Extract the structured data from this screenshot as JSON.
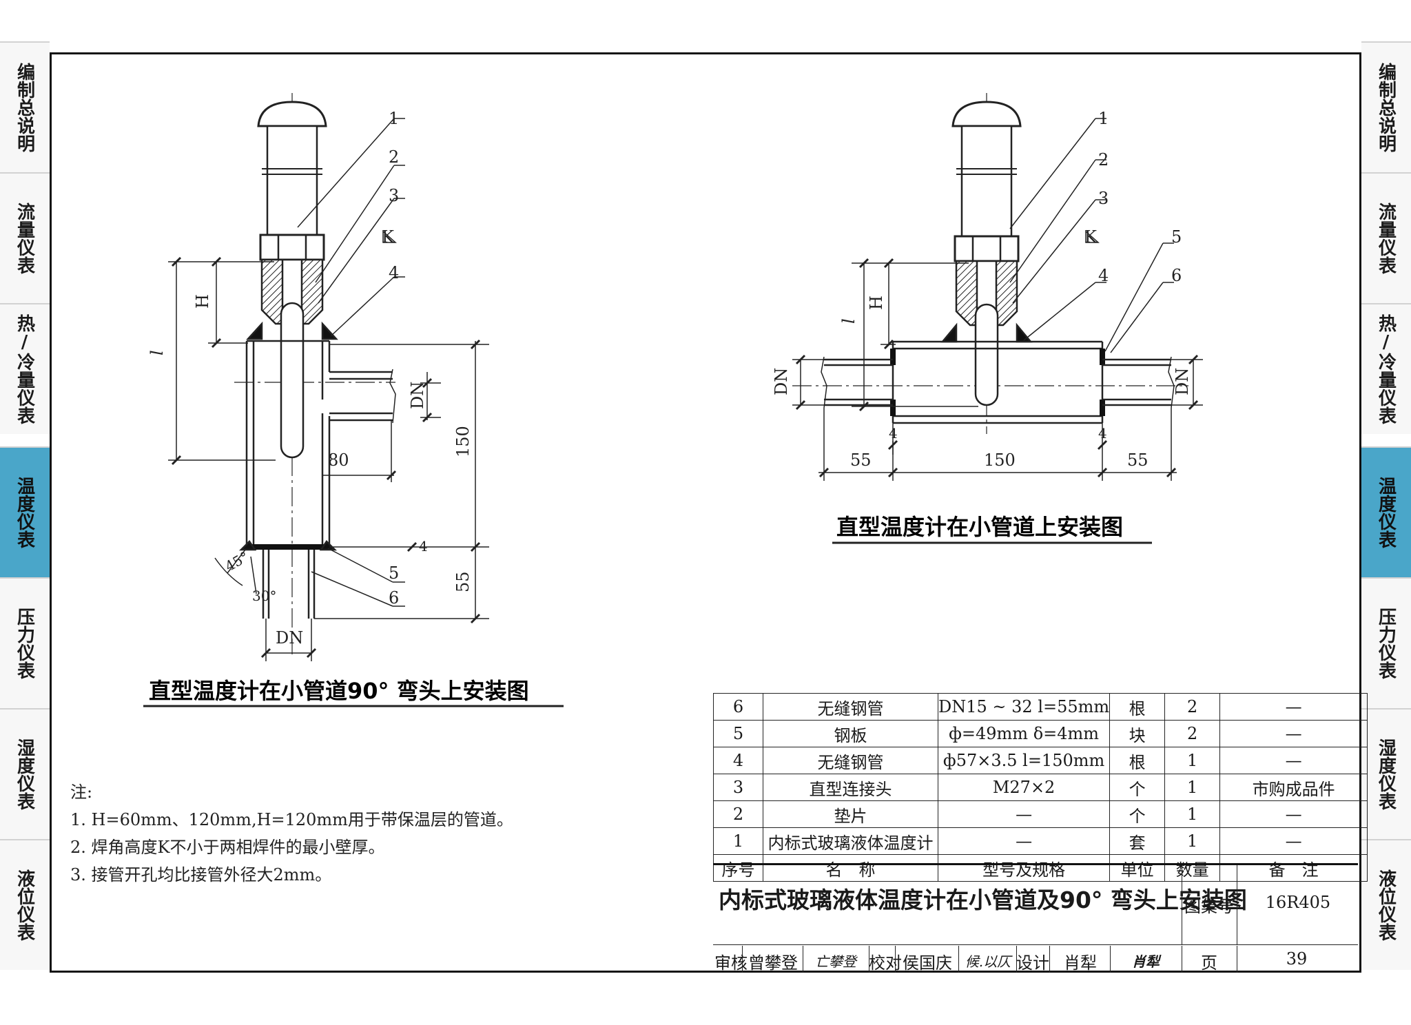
{
  "side_tabs": [
    {
      "label": "编制总说明",
      "active": false
    },
    {
      "label": "流量仪表",
      "active": false
    },
    {
      "label": "热/冷量仪表",
      "active": false
    },
    {
      "label": "温度仪表",
      "active": true
    },
    {
      "label": "压力仪表",
      "active": false
    },
    {
      "label": "湿度仪表",
      "active": false
    },
    {
      "label": "液位仪表",
      "active": false
    }
  ],
  "colors": {
    "active_tab": "#4aa6c9",
    "tab_bg": "#f7f7f7",
    "line": "#111111"
  },
  "left_drawing": {
    "title": "直型温度计在小管道90° 弯头上安装图",
    "callouts": [
      "1",
      "2",
      "3",
      "4",
      "5",
      "6"
    ],
    "weld_symbol": "K",
    "dims": {
      "H": "H",
      "l": "l",
      "DN_branch": "DN",
      "w80": "80",
      "h150": "150",
      "h55": "55",
      "weld4": "4",
      "DN_bottom": "DN",
      "angle45": "45°",
      "angle30": "30°"
    }
  },
  "right_drawing": {
    "title": "直型温度计在小管道上安装图",
    "callouts": [
      "1",
      "2",
      "3",
      "4",
      "5",
      "6"
    ],
    "weld_symbol": "K",
    "dims": {
      "H": "H",
      "l": "l",
      "DN_left": "DN",
      "DN_right": "DN",
      "w55a": "55",
      "w150": "150",
      "w55b": "55",
      "weld4a": "4",
      "weld4b": "4"
    }
  },
  "notes": {
    "heading": "注:",
    "items": [
      "1. H=60mm、120mm,H=120mm用于带保温层的管道。",
      "2. 焊角高度K不小于两相焊件的最小壁厚。",
      "3. 接管开孔均比接管外径大2mm。"
    ]
  },
  "bom": {
    "rows": [
      {
        "no": "6",
        "name": "无缝钢管",
        "spec": "DN15 ~ 32  l=55mm",
        "unit": "根",
        "qty": "2",
        "remark": "—"
      },
      {
        "no": "5",
        "name": "钢板",
        "spec": "ф=49mm   δ=4mm",
        "unit": "块",
        "qty": "2",
        "remark": "—"
      },
      {
        "no": "4",
        "name": "无缝钢管",
        "spec": "ф57×3.5  l=150mm",
        "unit": "根",
        "qty": "1",
        "remark": "—"
      },
      {
        "no": "3",
        "name": "直型连接头",
        "spec": "M27×2",
        "unit": "个",
        "qty": "1",
        "remark": "市购成品件"
      },
      {
        "no": "2",
        "name": "垫片",
        "spec": "—",
        "unit": "个",
        "qty": "1",
        "remark": "—"
      },
      {
        "no": "1",
        "name": "内标式玻璃液体温度计",
        "spec": "—",
        "unit": "套",
        "qty": "1",
        "remark": "—"
      }
    ],
    "header": {
      "no": "序号",
      "name": "名　称",
      "spec": "型号及规格",
      "unit": "单位",
      "qty": "数量",
      "remark": "备　注"
    }
  },
  "title_block": {
    "title": "内标式玻璃液体温度计在小管道及90° 弯头上安装图",
    "atlas_label": "图集号",
    "atlas_no": "16R405",
    "review_label": "审核",
    "reviewer": "曾攀登",
    "reviewer_sig": "亡攀登",
    "check_label": "校对",
    "checker": "侯国庆",
    "checker_sig": "候.以仄",
    "design_label": "设计",
    "designer": "肖犁",
    "designer_sig": "肖犁",
    "page_label": "页",
    "page_no": "39"
  }
}
